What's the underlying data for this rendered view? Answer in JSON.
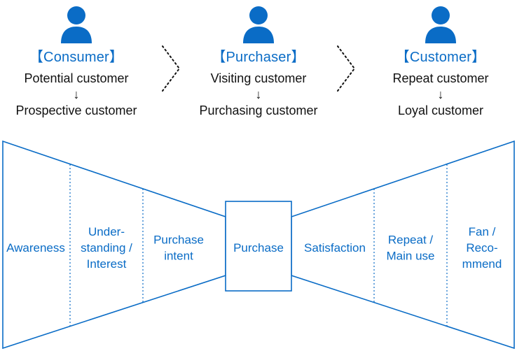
{
  "personas": [
    {
      "role": "【Consumer】",
      "stage_from": "Potential customer",
      "arrow": "↓",
      "stage_to": "Prospective customer"
    },
    {
      "role": "【Purchaser】",
      "stage_from": "Visiting customer",
      "arrow": "↓",
      "stage_to": "Purchasing customer"
    },
    {
      "role": "【Customer】",
      "stage_from": "Repeat customer",
      "arrow": "↓",
      "stage_to": "Loyal customer"
    }
  ],
  "funnel_stages": [
    [
      "Awareness"
    ],
    [
      "Under-",
      "standing /",
      "Interest"
    ],
    [
      "Purchase",
      "intent"
    ],
    [
      "Purchase"
    ],
    [
      "Satisfaction"
    ],
    [
      "Repeat /",
      "Main use"
    ],
    [
      "Fan /",
      "Reco-",
      "mmend"
    ]
  ],
  "colors": {
    "accent": "#0a6cc6",
    "text": "#111111"
  }
}
